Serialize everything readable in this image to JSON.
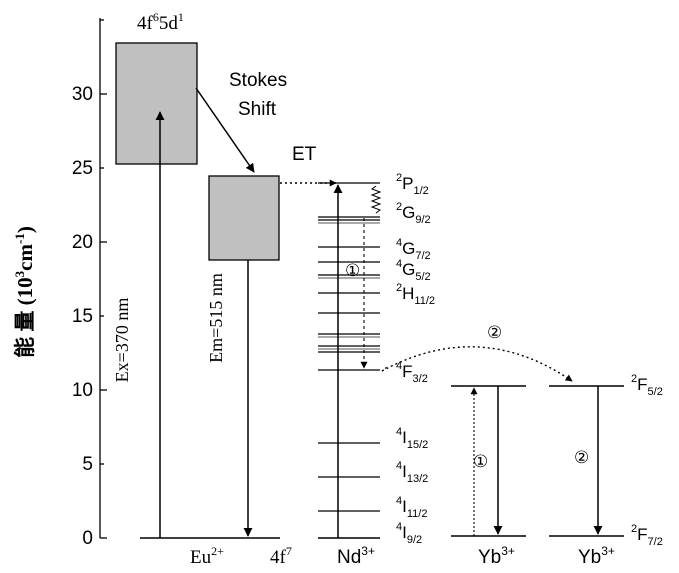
{
  "axis": {
    "ylabel_cn": "能 量",
    "ylabel_unit_pre": "(10",
    "ylabel_unit_sup": "3",
    "ylabel_unit_mid": "cm",
    "ylabel_unit_sup2": "-1",
    "ylabel_unit_post": ")",
    "ticks": [
      "0",
      "5",
      "10",
      "15",
      "20",
      "25",
      "30"
    ]
  },
  "eu": {
    "upper_band": "4f",
    "upper_band_sup1": "6",
    "upper_band_mid": "5d",
    "upper_band_sup2": "1",
    "ion": "Eu",
    "ion_sup": "2+",
    "ground": "4f",
    "ground_sup": "7",
    "stokes_1": "Stokes",
    "stokes_2": "Shift",
    "excitation": "Ex=370 nm",
    "emission": "Em=515 nm"
  },
  "transfer": {
    "et": "ET",
    "path1": "①",
    "path2": "②"
  },
  "nd": {
    "ion": "Nd",
    "ion_sup": "3+",
    "levels": [
      {
        "sup": "2",
        "letter": "P",
        "sub": "1/2"
      },
      {
        "sup": "2",
        "letter": "G",
        "sub": "9/2"
      },
      {
        "sup": "4",
        "letter": "G",
        "sub": "7/2"
      },
      {
        "sup": "4",
        "letter": "G",
        "sub": "5/2"
      },
      {
        "sup": "2",
        "letter": "H",
        "sub": "11/2"
      },
      {
        "sup": "4",
        "letter": "F",
        "sub": "3/2"
      },
      {
        "sup": "4",
        "letter": "I",
        "sub": "15/2"
      },
      {
        "sup": "4",
        "letter": "I",
        "sub": "13/2"
      },
      {
        "sup": "4",
        "letter": "I",
        "sub": "11/2"
      },
      {
        "sup": "4",
        "letter": "I",
        "sub": "9/2"
      }
    ]
  },
  "yb": {
    "ion": "Yb",
    "ion_sup": "3+",
    "excited": {
      "sup": "2",
      "letter": "F",
      "sub": "5/2"
    },
    "ground": {
      "sup": "2",
      "letter": "F",
      "sub": "7/2"
    }
  }
}
